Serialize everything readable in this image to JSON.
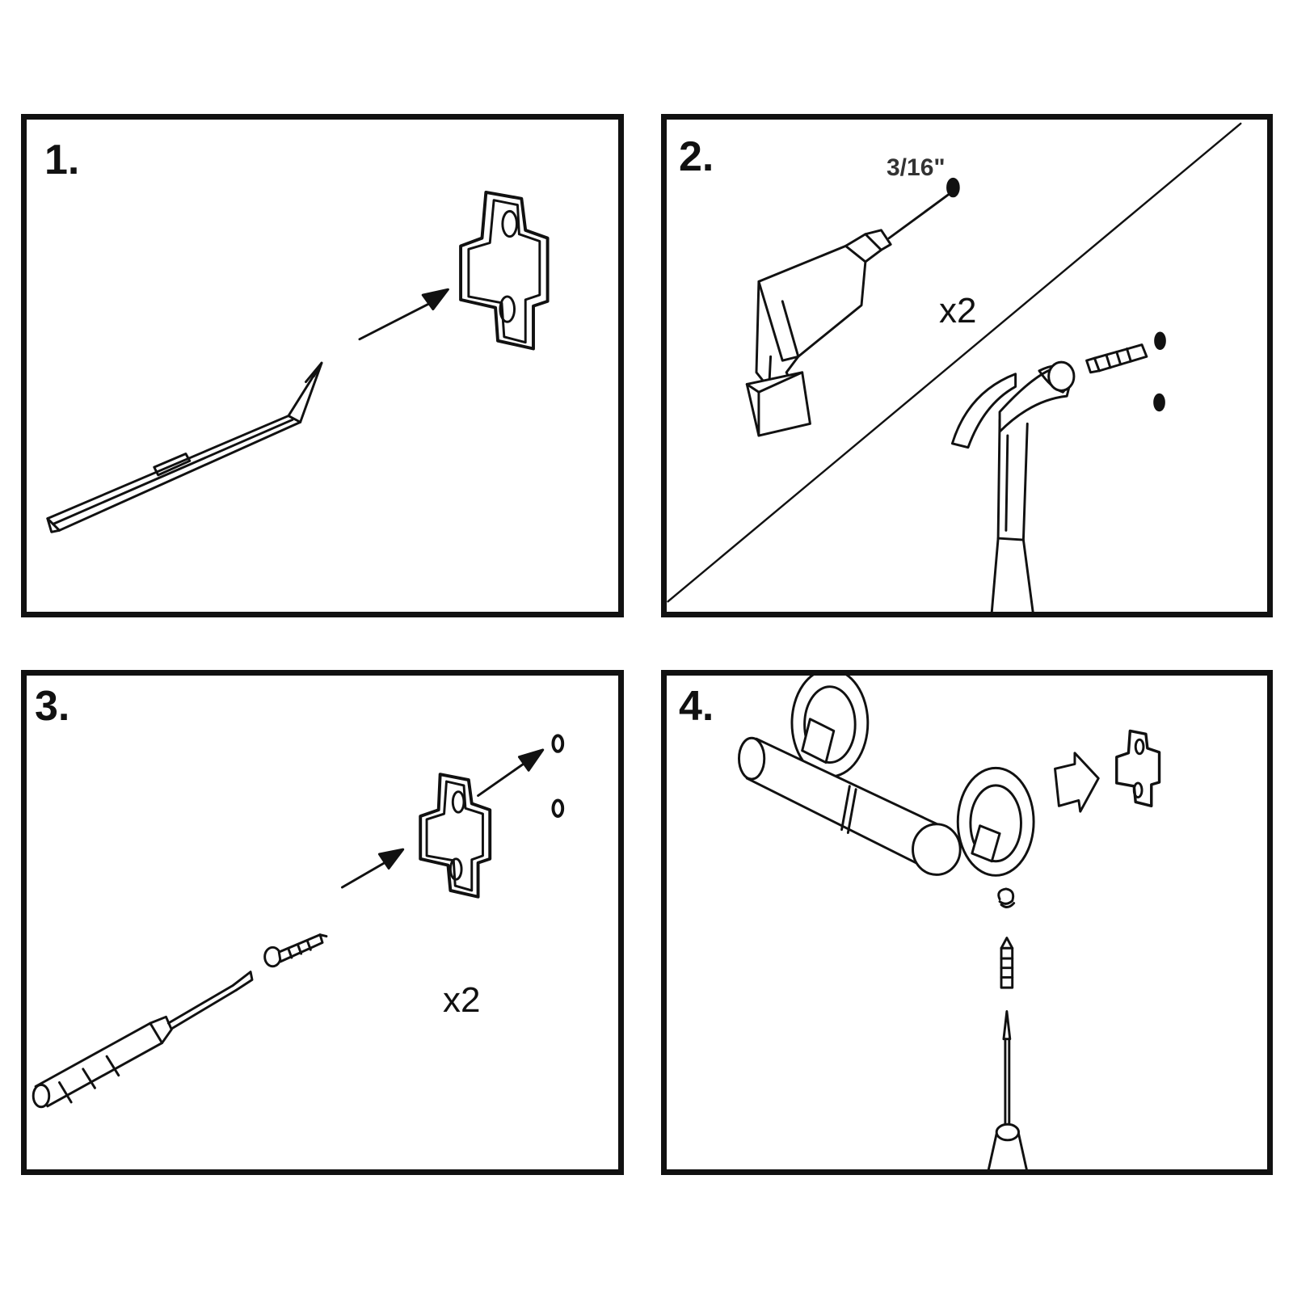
{
  "steps": [
    {
      "number": "1."
    },
    {
      "number": "2.",
      "drill_size": "3/16\"",
      "multiplier": "x2"
    },
    {
      "number": "3.",
      "multiplier": "x2"
    },
    {
      "number": "4."
    }
  ],
  "colors": {
    "ink": "#111111",
    "paper": "#ffffff"
  },
  "icons": [
    "pencil-icon",
    "mounting-bracket-icon",
    "drill-icon",
    "hammer-icon",
    "wall-anchor-icon",
    "screwdriver-icon",
    "screw-icon",
    "toilet-paper-holder-icon",
    "set-screw-icon",
    "arrow-icon"
  ]
}
